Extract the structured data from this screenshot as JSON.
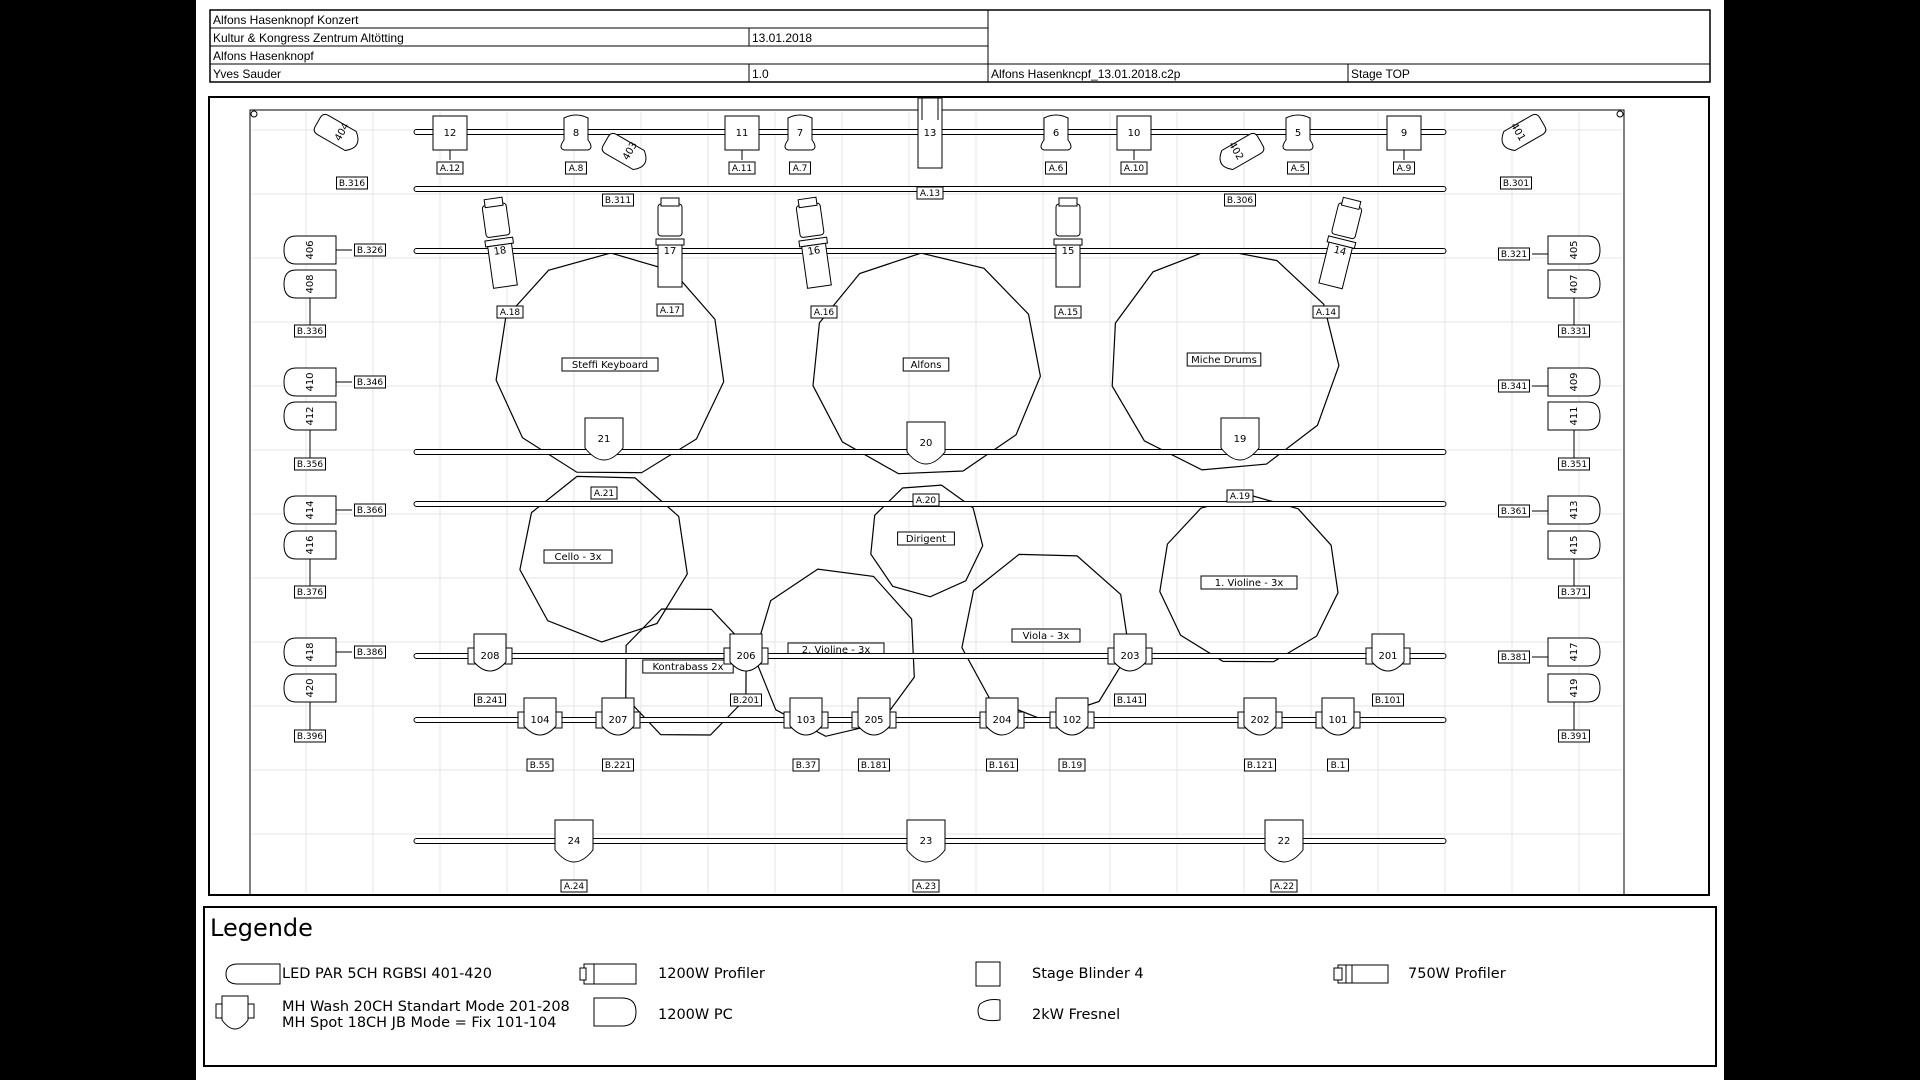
{
  "title_block": {
    "project": "Alfons Hasenknopf Konzert",
    "venue": "Kultur & Kongress Zentrum Altötting",
    "date": "13.01.2018",
    "artist": "Alfons Hasenknopf",
    "author": "Yves Sauder",
    "version": "1.0",
    "file": "Alfons Hasenkncpf_13.01.2018.c2p",
    "view": "Stage TOP"
  },
  "stage_areas": [
    {
      "name": "steffi-keyboard",
      "label": "Steffi Keyboard"
    },
    {
      "name": "alfons",
      "label": "Alfons"
    },
    {
      "name": "miche-drums",
      "label": "Miche Drums"
    },
    {
      "name": "cello",
      "label": "Cello - 3x"
    },
    {
      "name": "dirigent",
      "label": "Dirigent"
    },
    {
      "name": "violine-1",
      "label": "1. Violine - 3x"
    },
    {
      "name": "violine-2",
      "label": "2. Violine - 3x"
    },
    {
      "name": "viola",
      "label": "Viola - 3x"
    },
    {
      "name": "kontrabass",
      "label": "Kontrabass  2x"
    }
  ],
  "fixtures": {
    "blinders": [
      {
        "id": "12",
        "addr": "A.12"
      },
      {
        "id": "11",
        "addr": "A.11"
      },
      {
        "id": "10",
        "addr": "A.10"
      },
      {
        "id": "9",
        "addr": "A.9"
      }
    ],
    "fresnels": [
      {
        "id": "8",
        "addr": "A.8"
      },
      {
        "id": "7",
        "addr": "A.7"
      },
      {
        "id": "6",
        "addr": "A.6"
      },
      {
        "id": "5",
        "addr": "A.5"
      }
    ],
    "center_profiler": {
      "id": "13",
      "addr": "A.13"
    },
    "corner_pars": [
      {
        "id": "404",
        "addr": "B.316"
      },
      {
        "id": "403",
        "addr": "B.311"
      },
      {
        "id": "402",
        "addr": "B.306"
      },
      {
        "id": "401",
        "addr": "B.301"
      }
    ],
    "profilers_750": [
      {
        "id": "18",
        "addr": "A.18"
      },
      {
        "id": "17",
        "addr": "A.17"
      },
      {
        "id": "16",
        "addr": "A.16"
      },
      {
        "id": "15",
        "addr": "A.15"
      },
      {
        "id": "14",
        "addr": "A.14"
      }
    ],
    "pcs": [
      {
        "id": "21",
        "addr": "A.21"
      },
      {
        "id": "20",
        "addr": "A.20"
      },
      {
        "id": "19",
        "addr": "A.19"
      },
      {
        "id": "24",
        "addr": "A.24"
      },
      {
        "id": "23",
        "addr": "A.23"
      },
      {
        "id": "22",
        "addr": "A.22"
      }
    ],
    "side_pars_left": [
      {
        "top": "406",
        "bottom": "408",
        "addr_top": "B.326",
        "addr_bottom": "B.336"
      },
      {
        "top": "410",
        "bottom": "412",
        "addr_top": "B.346",
        "addr_bottom": "B.356"
      },
      {
        "top": "414",
        "bottom": "416",
        "addr_top": "B.366",
        "addr_bottom": "B.376"
      },
      {
        "top": "418",
        "bottom": "420",
        "addr_top": "B.386",
        "addr_bottom": "B.396"
      }
    ],
    "side_pars_right": [
      {
        "top": "405",
        "bottom": "407",
        "addr_top": "B.321",
        "addr_bottom": "B.331"
      },
      {
        "top": "409",
        "bottom": "411",
        "addr_top": "B.341",
        "addr_bottom": "B.351"
      },
      {
        "top": "413",
        "bottom": "415",
        "addr_top": "B.361",
        "addr_bottom": "B.371"
      },
      {
        "top": "417",
        "bottom": "419",
        "addr_top": "B.381",
        "addr_bottom": "B.391"
      }
    ],
    "wash_row": [
      {
        "id": "208",
        "addr": "B.241"
      },
      {
        "id": "206",
        "addr": "B.201"
      },
      {
        "id": "203",
        "addr": "B.141"
      },
      {
        "id": "201",
        "addr": "B.101"
      }
    ],
    "spot_row": [
      {
        "id": "104",
        "addr": "B.55"
      },
      {
        "id": "207",
        "addr": "B.221"
      },
      {
        "id": "103",
        "addr": "B.37"
      },
      {
        "id": "205",
        "addr": "B.181"
      },
      {
        "id": "204",
        "addr": "B.161"
      },
      {
        "id": "102",
        "addr": "B.19"
      },
      {
        "id": "202",
        "addr": "B.121"
      },
      {
        "id": "101",
        "addr": "B.1"
      }
    ]
  },
  "legend": {
    "title": "Legende",
    "items": [
      {
        "name": "led-par",
        "label": "LED PAR 5CH RGBSI 401-420"
      },
      {
        "name": "profiler-1200",
        "label": "1200W Profiler"
      },
      {
        "name": "stage-blinder",
        "label": "Stage Blinder 4"
      },
      {
        "name": "profiler-750",
        "label": "750W Profiler"
      },
      {
        "name": "mh-wash",
        "label": "MH Wash 20CH Standart Mode 201-208"
      },
      {
        "name": "mh-spot",
        "label": "MH Spot 18CH JB Mode = Fix 101-104"
      },
      {
        "name": "pc-1200",
        "label": "1200W PC"
      },
      {
        "name": "fresnel-2kw",
        "label": "2kW Fresnel"
      }
    ]
  }
}
